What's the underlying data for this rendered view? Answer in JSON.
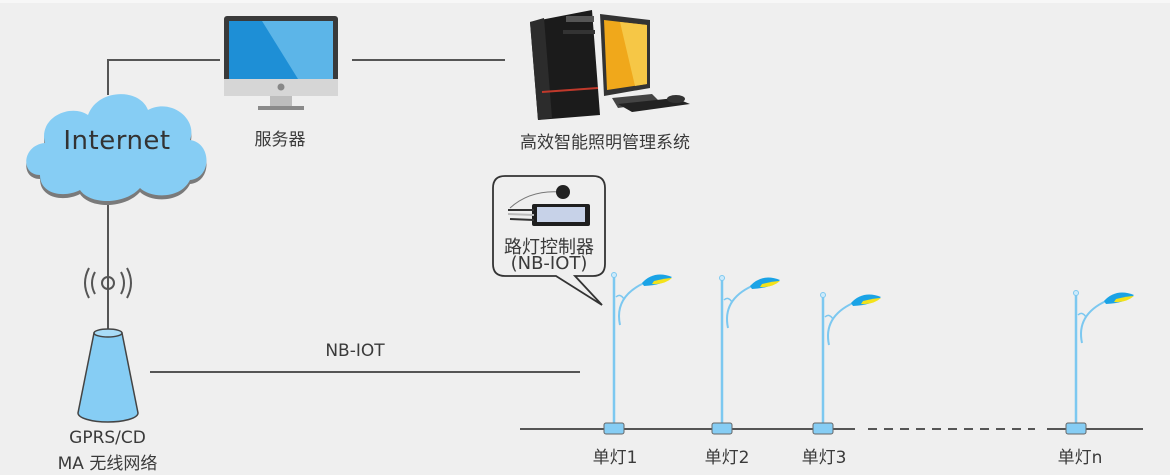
{
  "nodes": {
    "internet": {
      "label": "Internet",
      "icon": "cloud-icon"
    },
    "server": {
      "label": "服务器",
      "icon": "monitor-icon"
    },
    "system": {
      "label": "高效智能照明管理系统",
      "icon": "desktop-computer-icon"
    },
    "base_station": {
      "label_line1": "GPRS/CD",
      "label_line2": "MA 无线网络",
      "icon": "cell-tower-icon"
    },
    "controller": {
      "label_line1": "路灯控制器",
      "label_line2": "(NB-IOT)",
      "icon": "lamp-controller-icon"
    }
  },
  "links": {
    "nbiot": {
      "label": "NB-IOT"
    }
  },
  "lamps": [
    {
      "label": "单灯1"
    },
    {
      "label": "单灯2"
    },
    {
      "label": "单灯3"
    },
    {
      "label": "单灯n"
    }
  ],
  "colors": {
    "background": "#efefef",
    "line": "#555555",
    "cloud": "#86cdf4",
    "pole": "#7cc8f0",
    "lamp_head": "#1aa3e6",
    "lamp_light": "#f4e21a",
    "tower": "#86cdf4"
  }
}
